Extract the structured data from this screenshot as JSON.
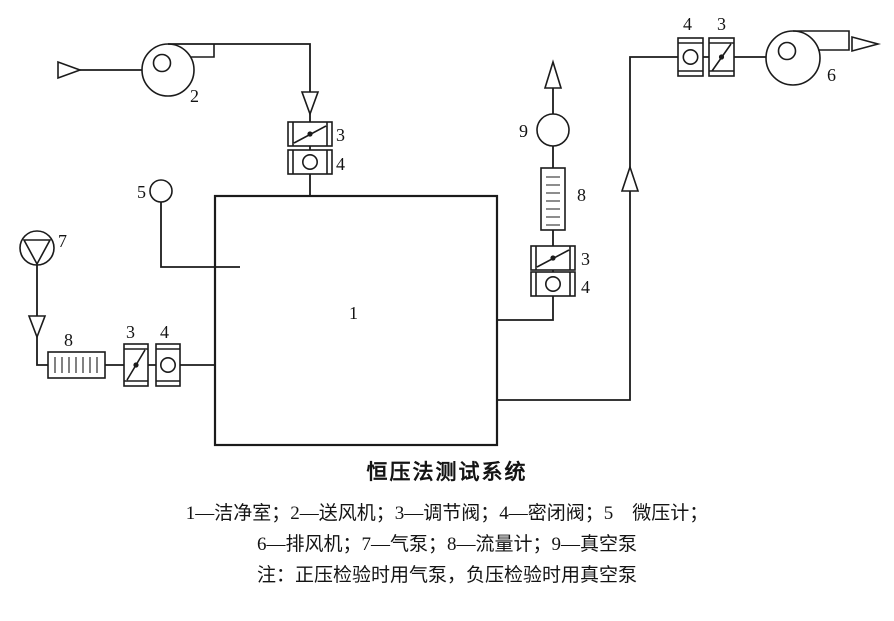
{
  "title": "恒压法测试系统",
  "legend": {
    "line1": "1—洁净室；2—送风机；3—调节阀；4—密闭阀；5　微压计；",
    "line2": "6—排风机；7—气泵；8—流量计；9—真空泵",
    "note": "注：正压检验时用气泵，负压检验时用真空泵"
  },
  "labels": {
    "clean_room": "1",
    "supply_fan": "2",
    "top_reg_valve": "3",
    "top_seal_valve": "4",
    "micro_manometer": "5",
    "air_pump": "7",
    "left_flowmeter": "8",
    "left_reg_valve": "3",
    "left_seal_valve": "4",
    "right_reg_valve": "3",
    "right_seal_valve": "4",
    "right_flowmeter": "8",
    "vacuum_pump": "9",
    "tr_seal_valve": "4",
    "tr_reg_valve": "3",
    "exhaust_fan": "6"
  },
  "colors": {
    "ink": "#1b1b1b",
    "background": "#ffffff"
  }
}
